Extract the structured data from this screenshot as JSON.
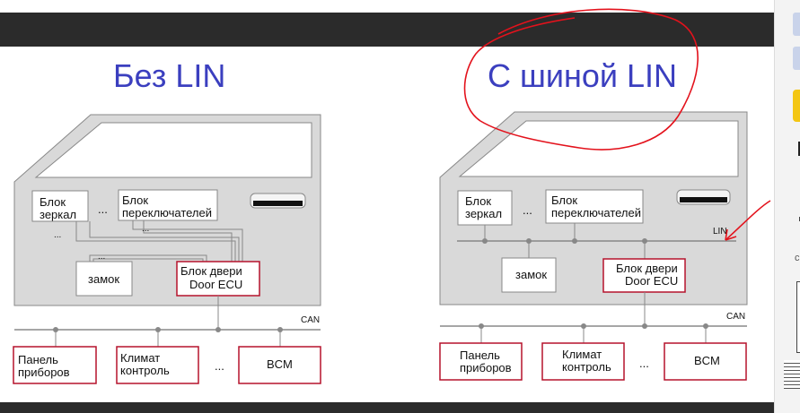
{
  "left": {
    "title": "Без LIN",
    "mirror_block": [
      "Блок",
      "зеркал"
    ],
    "switch_block": [
      "Блок",
      "переключателей"
    ],
    "ellipsis": "...",
    "lock": "замок",
    "door_ecu": [
      "Блок двери",
      "Door ECU"
    ],
    "can": "CAN",
    "panel": [
      "Панель",
      "приборов"
    ],
    "climate": [
      "Климат",
      "контроль"
    ],
    "bcm": "BCM"
  },
  "right": {
    "title": "С шиной LIN",
    "mirror_block": [
      "Блок",
      "зеркал"
    ],
    "switch_block": [
      "Блок",
      "переключателей"
    ],
    "ellipsis": "...",
    "lock": "замок",
    "door_ecu": [
      "Блок двери",
      "Door ECU"
    ],
    "lin": "LIN",
    "can": "CAN",
    "panel": [
      "Панель",
      "приборов"
    ],
    "climate": [
      "Климат",
      "контроль"
    ],
    "bcm": "BCM"
  },
  "colors": {
    "title": "#3b3fbf",
    "ecu_border": "#b5122c",
    "annotation": "#e3121c",
    "door_fill": "#d9d9d9"
  }
}
